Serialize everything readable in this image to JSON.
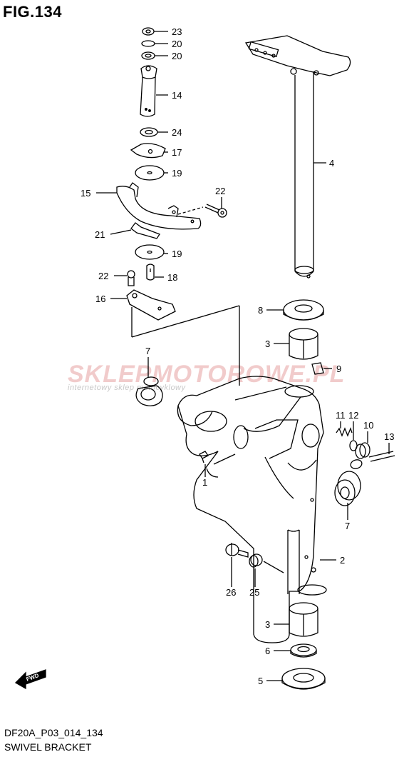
{
  "figure": {
    "title": "FIG.134"
  },
  "footer": {
    "code": "DF20A_P03_014_134",
    "name": "SWIVEL BRACKET"
  },
  "watermark": {
    "main": "SKLEPMOTOROWE.PL",
    "sub": "internetowy sklep motocyklowy",
    "color": "#e7a1a1"
  },
  "fwd_label": "FWD",
  "callouts": [
    {
      "id": "c23",
      "text": "23"
    },
    {
      "id": "c20a",
      "text": "20"
    },
    {
      "id": "c20b",
      "text": "20"
    },
    {
      "id": "c14",
      "text": "14"
    },
    {
      "id": "c24",
      "text": "24"
    },
    {
      "id": "c17",
      "text": "17"
    },
    {
      "id": "c19a",
      "text": "19"
    },
    {
      "id": "c15",
      "text": "15"
    },
    {
      "id": "c22a",
      "text": "22"
    },
    {
      "id": "c21",
      "text": "21"
    },
    {
      "id": "c19b",
      "text": "19"
    },
    {
      "id": "c22b",
      "text": "22"
    },
    {
      "id": "c18",
      "text": "18"
    },
    {
      "id": "c16",
      "text": "16"
    },
    {
      "id": "c4",
      "text": "4"
    },
    {
      "id": "c8",
      "text": "8"
    },
    {
      "id": "c3a",
      "text": "3"
    },
    {
      "id": "c9",
      "text": "9"
    },
    {
      "id": "c7a",
      "text": "7"
    },
    {
      "id": "c11",
      "text": "11"
    },
    {
      "id": "c12",
      "text": "12"
    },
    {
      "id": "c10",
      "text": "10"
    },
    {
      "id": "c13",
      "text": "13"
    },
    {
      "id": "c1",
      "text": "1"
    },
    {
      "id": "c7b",
      "text": "7"
    },
    {
      "id": "c26",
      "text": "26"
    },
    {
      "id": "c25",
      "text": "25"
    },
    {
      "id": "c2",
      "text": "2"
    },
    {
      "id": "c3b",
      "text": "3"
    },
    {
      "id": "c6",
      "text": "6"
    },
    {
      "id": "c5",
      "text": "5"
    }
  ]
}
